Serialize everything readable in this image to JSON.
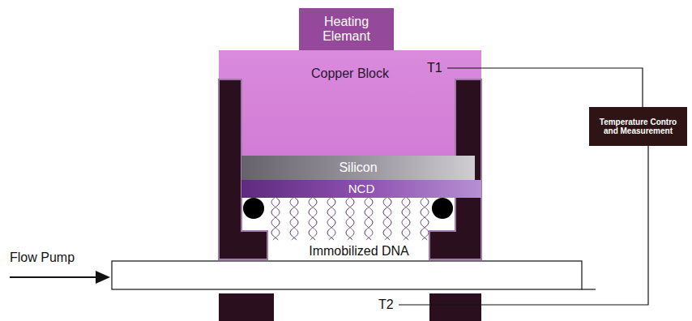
{
  "diagram": {
    "nodes": [
      {
        "text": [
          "Heating Elemant"
        ]
      },
      {
        "text": [
          "Copper Block"
        ]
      },
      {
        "text": [
          "Silicon"
        ]
      },
      {
        "text": [
          "NCD"
        ]
      },
      {
        "text": [
          "Temperature Contro and Measurement"
        ]
      }
    ],
    "labels": [
      "T1",
      "Immobilized DNA",
      "Flow Pump",
      "T2"
    ]
  }
}
